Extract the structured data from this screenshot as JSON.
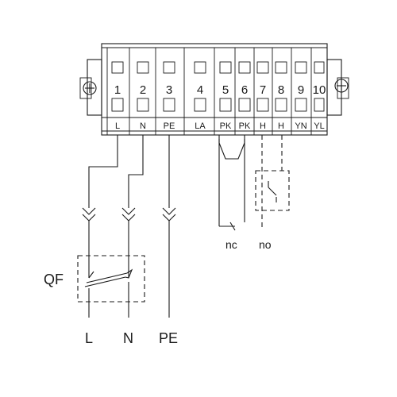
{
  "terminal_block": {
    "terminals": [
      {
        "number": "1",
        "code": "L"
      },
      {
        "number": "2",
        "code": "N"
      },
      {
        "number": "3",
        "code": "PE"
      },
      {
        "number": "4",
        "code": "LA"
      },
      {
        "number": "5",
        "code": "PK"
      },
      {
        "number": "6",
        "code": "PK"
      },
      {
        "number": "7",
        "code": "H"
      },
      {
        "number": "8",
        "code": "H"
      },
      {
        "number": "9",
        "code": "YN"
      },
      {
        "number": "10",
        "code": "YL"
      }
    ],
    "mount_screw_icon": "screw-icon"
  },
  "breaker": {
    "label": "QF"
  },
  "contacts": {
    "nc_label": "nc",
    "no_label": "no"
  },
  "supply_labels": {
    "l": "L",
    "n": "N",
    "pe": "PE"
  },
  "colors": {
    "line": "#1a1a1a",
    "background": "#ffffff"
  }
}
